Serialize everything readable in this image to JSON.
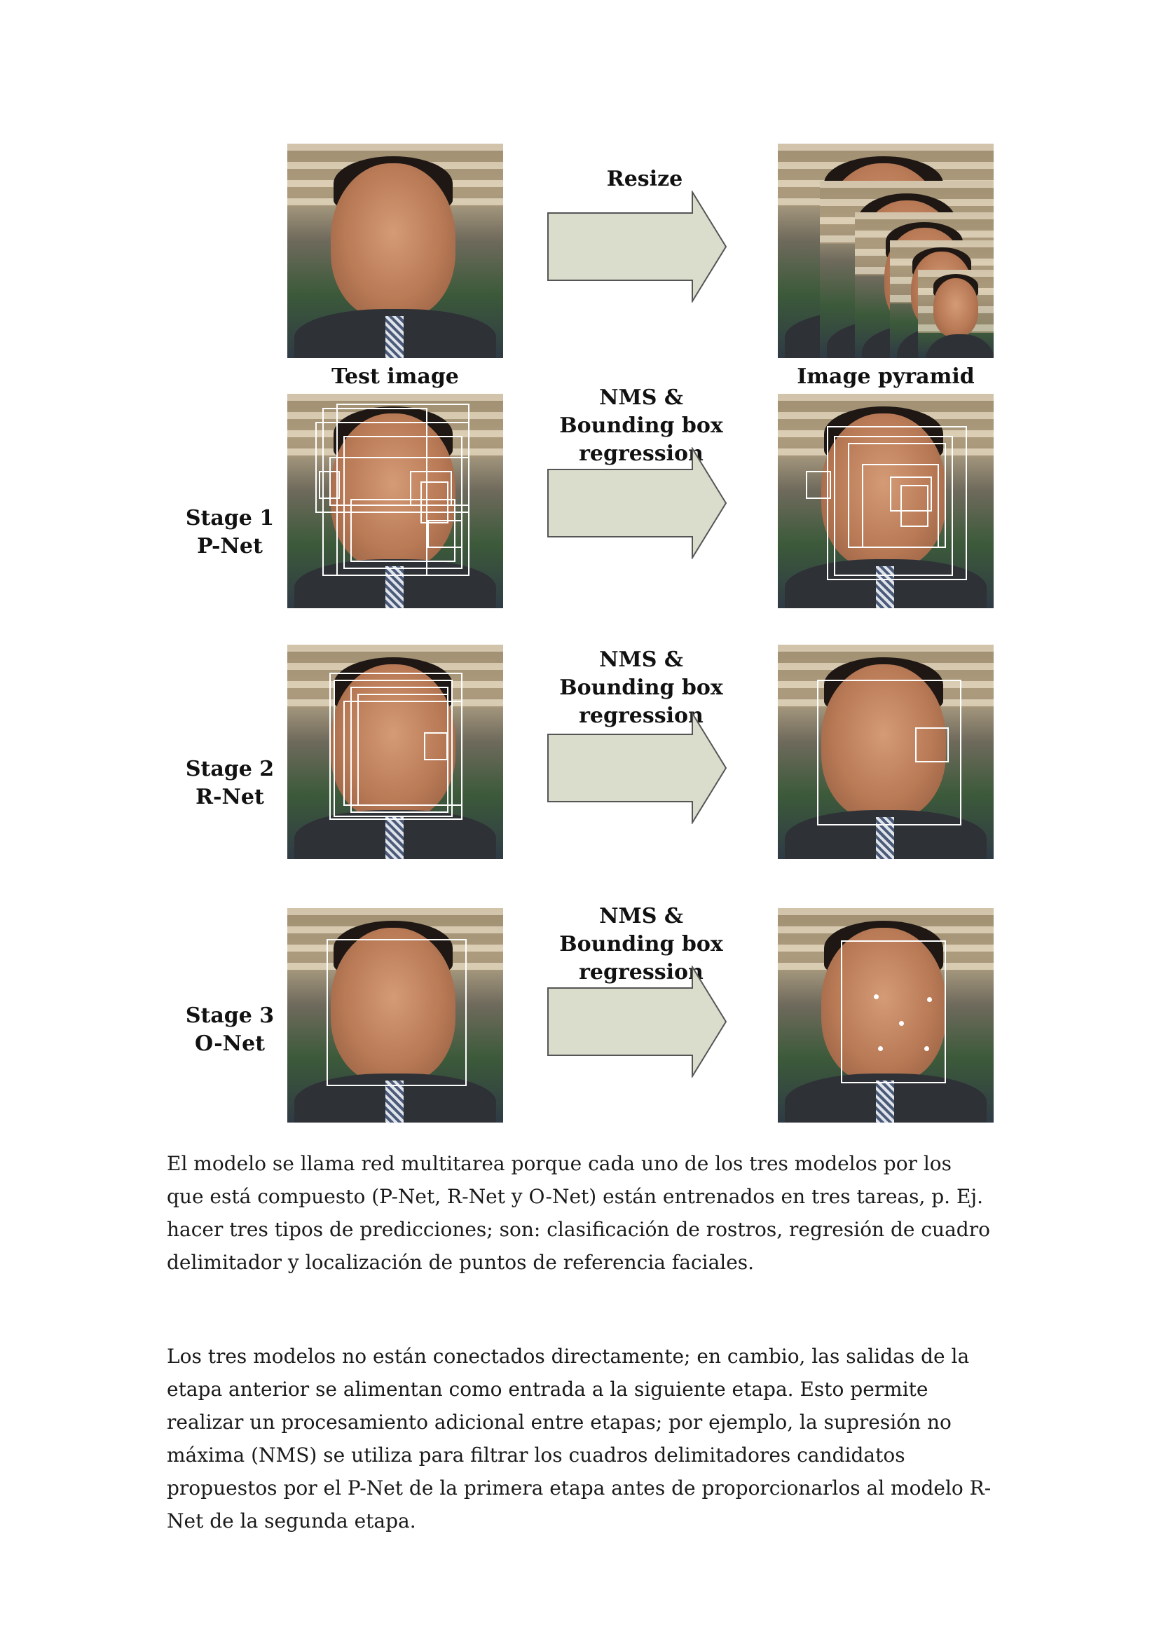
{
  "figure": {
    "labels": {
      "resize": "Resize",
      "test_image": "Test image",
      "image_pyramid": "Image pyramid",
      "nms_line1": "NMS &",
      "nms_line2": "Bounding box regression"
    },
    "stages": [
      {
        "line1": "Stage 1",
        "line2": "P-Net"
      },
      {
        "line1": "Stage 2",
        "line2": "R-Net"
      },
      {
        "line1": "Stage 3",
        "line2": "O-Net"
      }
    ],
    "arrow_fill": "#dadccc",
    "arrow_stroke": "#555555",
    "box_color": "#ffffff"
  },
  "paragraphs": [
    "El modelo se llama red multitarea porque cada uno de los tres modelos por los que está compuesto (P-Net, R-Net y O-Net) están entrenados en tres tareas, p. Ej. hacer tres tipos de predicciones; son: clasificación de rostros, regresión de cuadro delimitador y localización de puntos de referencia faciales.",
    "Los tres modelos no están conectados directamente; en cambio, las salidas de la etapa anterior se alimentan como entrada a la siguiente etapa. Esto permite realizar un procesamiento adicional entre etapas; por ejemplo, la supresión no máxima (NMS) se utiliza para filtrar los cuadros delimitadores candidatos propuestos por el P-Net de la primera etapa antes de proporcionarlos al modelo R-Net de la segunda etapa."
  ]
}
